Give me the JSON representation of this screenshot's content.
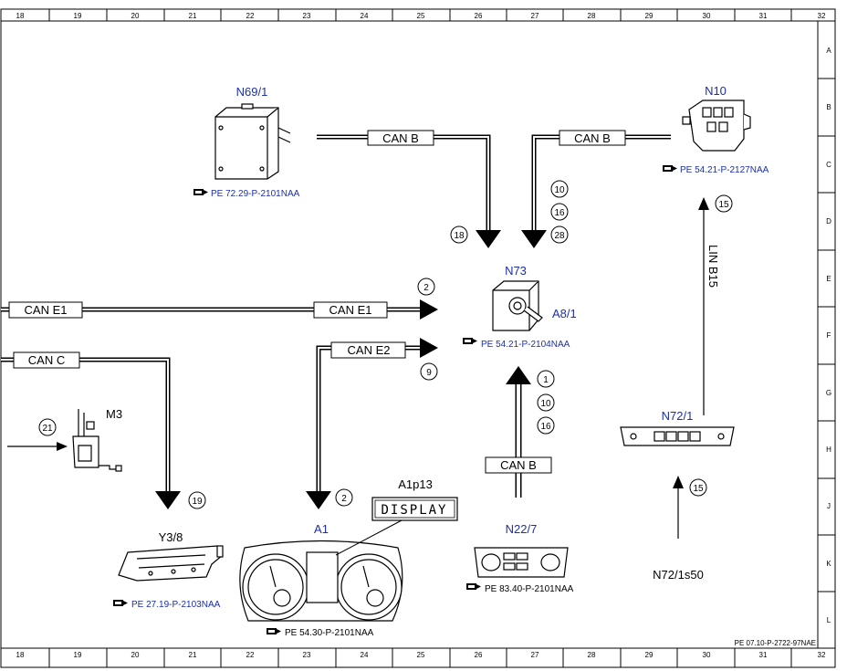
{
  "columns": [
    "18",
    "19",
    "20",
    "21",
    "22",
    "23",
    "24",
    "25",
    "26",
    "27",
    "28",
    "29",
    "30",
    "31",
    "32"
  ],
  "rows": [
    "A",
    "B",
    "C",
    "D",
    "E",
    "F",
    "G",
    "H",
    "J",
    "K",
    "L"
  ],
  "components": {
    "n69_1": {
      "name": "N69/1",
      "ref": "PE 72.29-P-2101NAA"
    },
    "n10": {
      "name": "N10",
      "ref": "PE 54.21-P-2127NAA"
    },
    "n73": {
      "name": "N73",
      "ref": "PE 54.21-P-2104NAA",
      "sub": "A8/1"
    },
    "m3": {
      "name": "M3"
    },
    "y3_8": {
      "name": "Y3/8",
      "ref": "PE 27.19-P-2103NAA"
    },
    "a1": {
      "name": "A1",
      "ref": "PE 54.30-P-2101NAA"
    },
    "a1p13": {
      "name": "A1p13",
      "display": "DISPLAY"
    },
    "n22_7": {
      "name": "N22/7",
      "ref": "PE 83.40-P-2101NAA"
    },
    "n72_1": {
      "name": "N72/1"
    },
    "n72_1s50": {
      "name": "N72/1s50"
    }
  },
  "buses": {
    "can_b_left": "CAN B",
    "can_b_right": "CAN B",
    "can_b_bottom": "CAN B",
    "can_e1_left": "CAN E1",
    "can_e1_right": "CAN E1",
    "can_e2": "CAN E2",
    "can_c": "CAN C",
    "lin_b15": "LIN B15"
  },
  "markers": {
    "m18": "18",
    "m10a": "10",
    "m16a": "16",
    "m28": "28",
    "m15a": "15",
    "m2a": "2",
    "m9": "9",
    "m1": "1",
    "m10b": "10",
    "m16b": "16",
    "m21": "21",
    "m19": "19",
    "m2b": "2",
    "m15b": "15"
  },
  "footer_ref": "PE 07.10-P-2722-97NAE"
}
